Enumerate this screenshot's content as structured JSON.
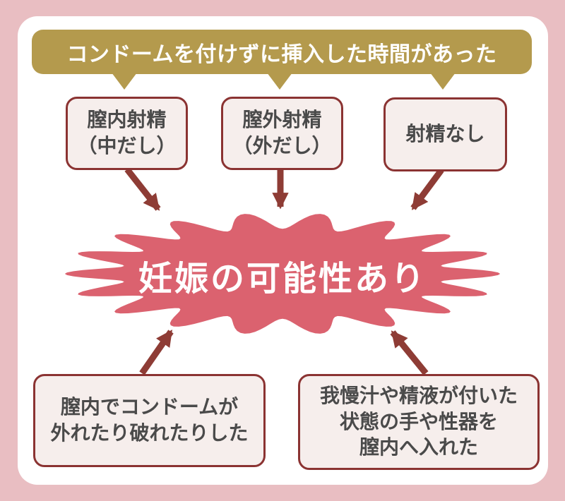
{
  "banner": {
    "label": "コンドームを付けずに挿入した時間があった"
  },
  "top_boxes": [
    {
      "lines": [
        "膣内射精",
        "（中だし）"
      ]
    },
    {
      "lines": [
        "膣外射精",
        "（外だし）"
      ]
    },
    {
      "lines": [
        "射精なし"
      ]
    }
  ],
  "center": {
    "label": "妊娠の可能性あり"
  },
  "bottom_boxes": [
    {
      "lines": [
        "膣内でコンドームが",
        "外れたり破れたりした"
      ]
    },
    {
      "lines": [
        "我慢汁や精液が付いた",
        "状態の手や性器を",
        "膣内へ入れた"
      ]
    }
  ],
  "colors": {
    "outer_bg": "#e9bec2",
    "card_bg": "#ffffff",
    "banner_bg": "#b49a4d",
    "banner_text": "#ffffff",
    "box_bg": "#f6eeec",
    "box_border": "#8b3332",
    "box_text": "#4a4a4a",
    "blob_fill": "#db626f",
    "blob_text": "#ffffff",
    "arrow": "#8e3c35"
  }
}
